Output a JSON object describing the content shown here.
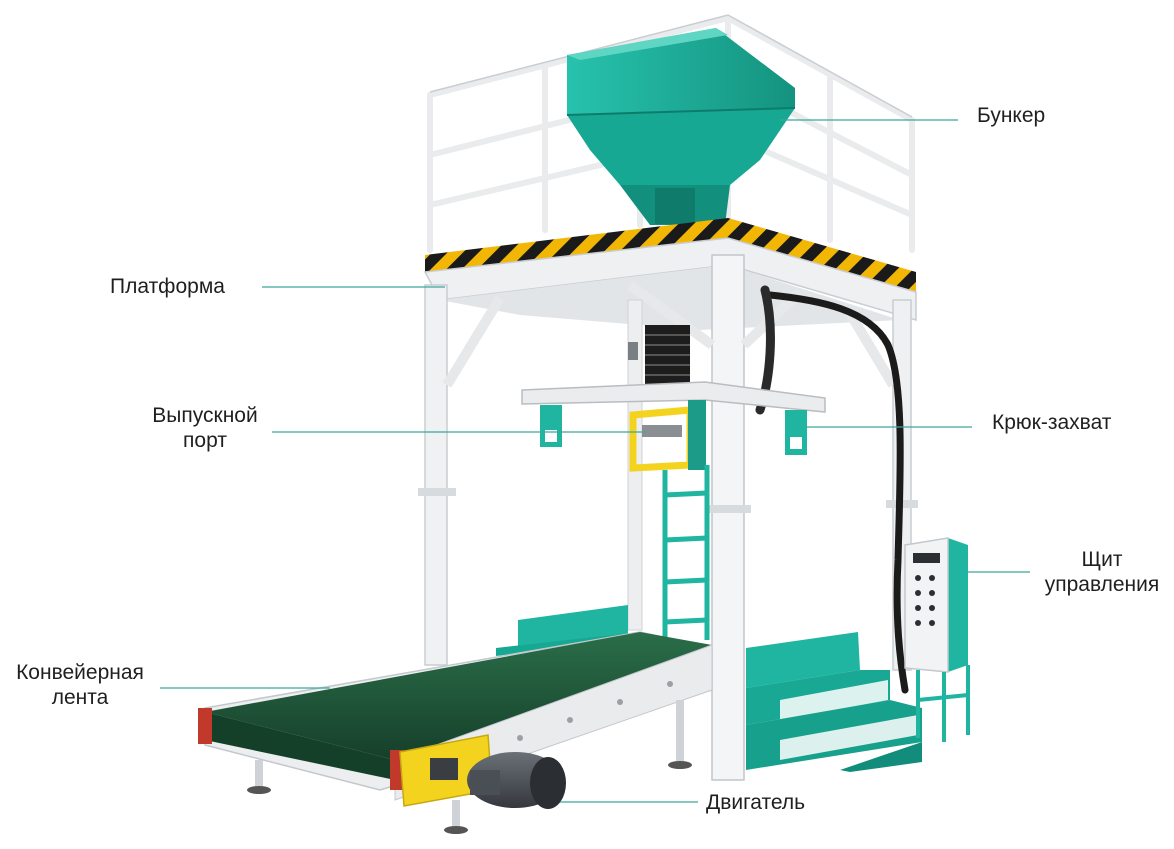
{
  "labels": {
    "hopper": "Бункер",
    "platform": "Платформа",
    "discharge_port": "Выпускной порт",
    "discharge_line1": "Выпускной",
    "discharge_line2": "порт",
    "hook": "Крюк-захват",
    "control_line1": "Щит",
    "control_line2": "управления",
    "conveyor_line1": "Конвейерная",
    "conveyor_line2": "лента",
    "motor": "Двигатель"
  },
  "colors": {
    "frame": "#f2f3f4",
    "frame_edge": "#c9cdd1",
    "teal": "#1fb5a0",
    "teal_dark": "#128c7b",
    "belt": "#1f5a3a",
    "belt_dark": "#15402a",
    "hazard_black": "#1a1a1a",
    "hazard_yellow": "#f2b705",
    "motor_yellow": "#f4d31f",
    "motor_gray": "#4a4f55",
    "leader": "#3aa89a"
  }
}
